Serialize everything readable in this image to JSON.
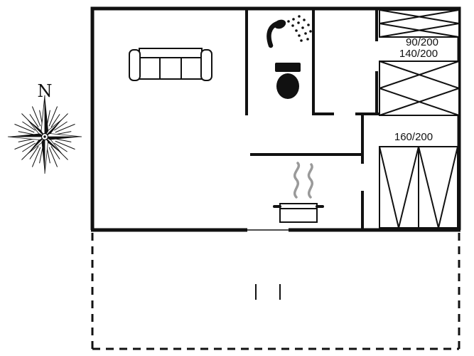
{
  "compass": {
    "north_label": "N"
  },
  "beds": {
    "single_label": "90/200",
    "double_label": "140/200",
    "large_label": "160/200"
  },
  "colors": {
    "wall": "#111111",
    "background": "#ffffff",
    "steam": "#9a9a9a"
  },
  "icons": {
    "compass": "compass-rose-icon",
    "north": "north-arrow-label",
    "sofa": "sofa-icon",
    "shower": "shower-icon",
    "toilet": "toilet-icon",
    "pot": "cooking-pot-icon",
    "steam": "steam-icon",
    "bed_single": "bed-90x200-icon",
    "bed_double": "bed-140x200-icon",
    "bed_large": "bed-160x200-icon",
    "terrace": "terrace-dashed-outline"
  }
}
